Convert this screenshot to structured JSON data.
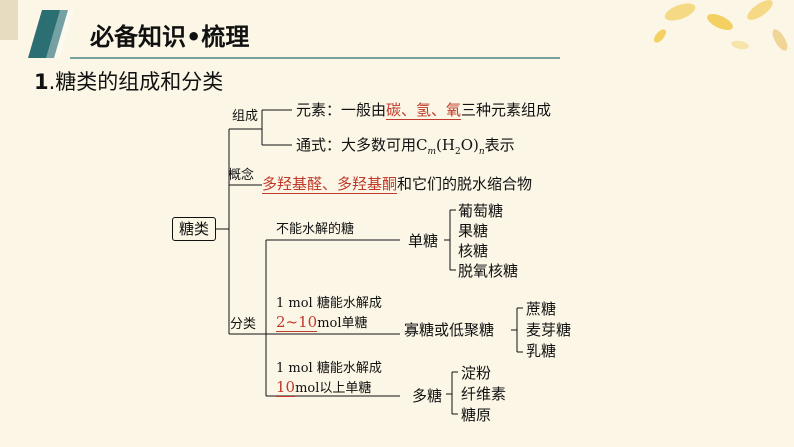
{
  "header": {
    "title": "必备知识•梳理"
  },
  "section": {
    "num": "1",
    "title": ".糖类的组成和分类"
  },
  "root": "糖类",
  "composition": {
    "label": "组成",
    "elements_prefix": "元素：一般由",
    "elements_blank": "碳、氢、氧",
    "elements_suffix": "三种元素组成",
    "formula_prefix": "通式：大多数可用C",
    "formula_sub_m": "m",
    "formula_mid": "(H",
    "formula_sub_2": "2",
    "formula_mid2": "O)",
    "formula_sub_n": "n",
    "formula_suffix": "表示"
  },
  "concept": {
    "label": "概念",
    "blank": "多羟基醛、多羟基酮",
    "suffix": "和它们的脱水缩合物"
  },
  "classification": {
    "label": "分类",
    "mono": {
      "condition": "不能水解的糖",
      "name": "单糖",
      "items": [
        "葡萄糖",
        "果糖",
        "核糖",
        "脱氧核糖"
      ]
    },
    "oligo": {
      "condition_line1": "1 mol 糖能水解成",
      "blank": "2~10",
      "condition_suffix": "mol单糖",
      "name": "寡糖或低聚糖",
      "items": [
        "蔗糖",
        "麦芽糖",
        "乳糖"
      ]
    },
    "poly": {
      "condition_line1": "1 mol 糖能水解成",
      "blank": "10",
      "condition_suffix": "mol以上单糖",
      "name": "多糖",
      "items": [
        "淀粉",
        "纤维素",
        "糖原"
      ]
    }
  },
  "colors": {
    "accent_teal": "#2b6f73",
    "answer_red": "#c0392b",
    "background": "#fbf6e6"
  }
}
